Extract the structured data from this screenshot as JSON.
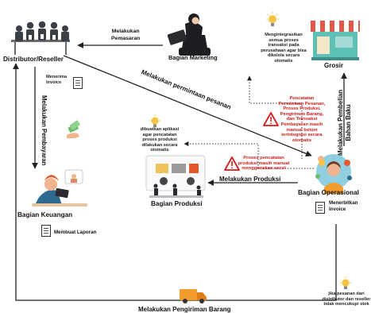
{
  "nodes": {
    "distributor": "Distributor/Reseller",
    "marketing": "Bagian Marketing",
    "grosir": "Grosir",
    "keuangan": "Bagian Keuangan",
    "produksi": "Bagian Produksi",
    "operasional": "Bagian Operasional"
  },
  "edges": {
    "pemasaran": "Melakukan\nPemasaran",
    "permintaan": "Melakukan permintaan pesanan",
    "pembayaran": "Melakukan Pembayaran",
    "pembelian": "Melakukan Pembelian\nBahan Baku",
    "produksi": "Melakukan Produksi",
    "pengiriman": "Melakukan Pengiriman Barang"
  },
  "docs": {
    "invoice_receive": "Menerima\nInvoice",
    "laporan": "Membuat Laporan",
    "invoice_issue": "Menerbitkan\nInvoice"
  },
  "notes": {
    "integrasi": "Mengintegrasikan\nsemua proses\ntransaksi pada\nperusahaan agar bisa\ndikelola secara\notomatis",
    "aplikasi": "dibuatkan aplikasi\nagar pencatatan\nproses produksi\ndilakukan secara\notomatis",
    "stok": "jika pesanan dari\ndistributor dan reseller\ntidak mencukupi stok"
  },
  "problems": {
    "pencatatan": "Pencatatan\nPermintaan Pesanan,\nProses Produksi,\nPengiriman Barang,\ndan Transaksi\nPembayaran masih\nmanual belum\nterintegrasi secara\notomatis",
    "produksi": "Proses pencatatan\nproduksi masih manual\nmenggunakan excel"
  },
  "colors": {
    "warning": "#d21b1b",
    "bulb": "#f6c445",
    "store_roof": "#e0584b",
    "store_body": "#5ec1b6"
  }
}
